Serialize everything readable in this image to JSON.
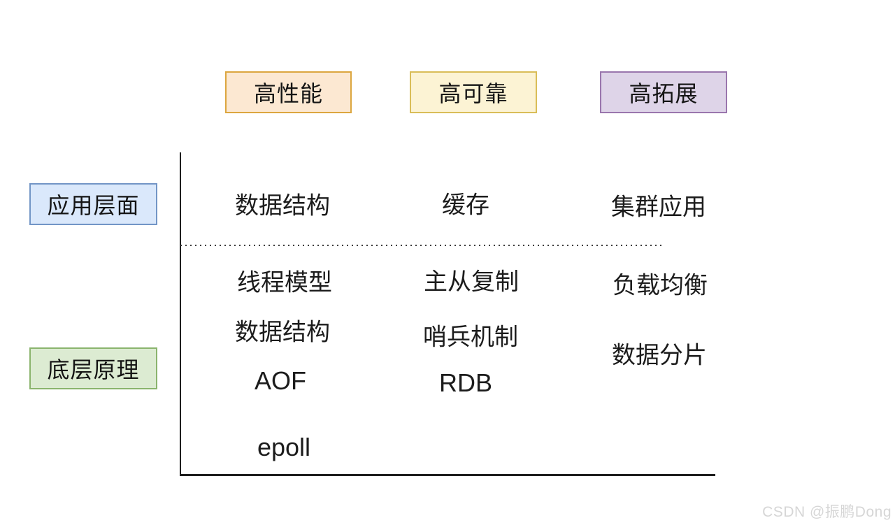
{
  "columns": [
    {
      "id": "high-performance",
      "label": "高性能",
      "fill": "#fce8d2",
      "border": "#dca63f"
    },
    {
      "id": "high-reliability",
      "label": "高可靠",
      "fill": "#fcf3d4",
      "border": "#d9bd58"
    },
    {
      "id": "high-scalability",
      "label": "高拓展",
      "fill": "#ded4e8",
      "border": "#9a76ad"
    }
  ],
  "rows": [
    {
      "id": "application-layer",
      "label": "应用层面",
      "fill": "#dae8fb",
      "border": "#7295c6"
    },
    {
      "id": "underlying-principle",
      "label": "底层原理",
      "fill": "#dcebd2",
      "border": "#8ab46d"
    }
  ],
  "application_layer_items": [
    "数据结构",
    "缓存",
    "集群应用"
  ],
  "principle_items": {
    "row1": [
      "线程模型",
      "主从复制",
      "负载均衡"
    ],
    "row2": [
      "数据结构",
      "哨兵机制",
      "数据分片"
    ],
    "row3": [
      "AOF",
      "RDB"
    ],
    "row4": [
      "epoll"
    ]
  },
  "lines": {
    "solid_color": "#1f1f1f",
    "dotted_color": "#3c3c3c"
  },
  "watermark": {
    "text": "CSDN @振鹏Dong",
    "color": "#d6d6d6"
  }
}
